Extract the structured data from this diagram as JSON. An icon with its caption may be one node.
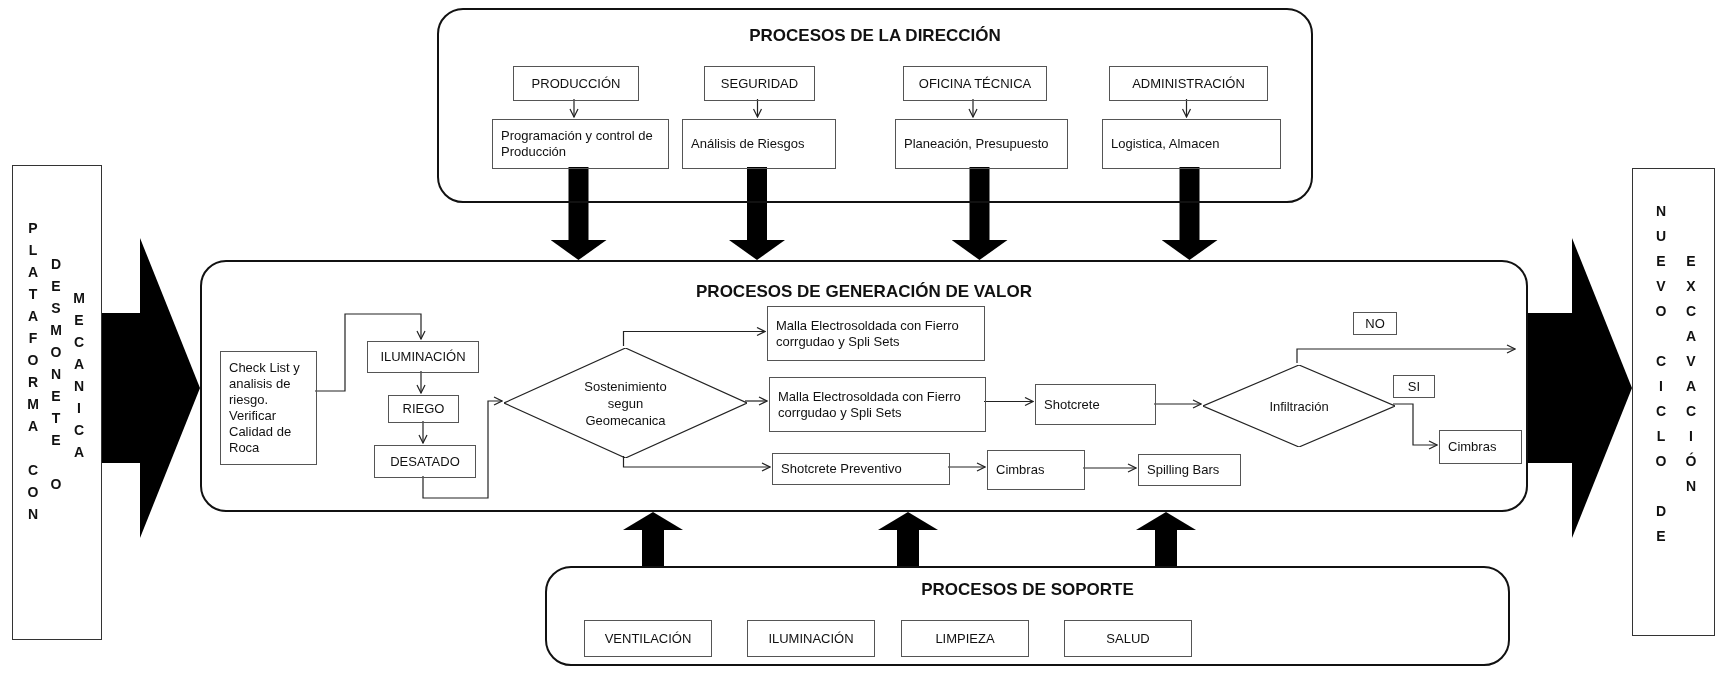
{
  "diagram": {
    "nodes": [
      {
        "text": [
          "PROCESOS DE LA DIRECCIÓN"
        ]
      },
      {
        "text": [
          "PRODUCCIÓN"
        ],
        "in": 0
      },
      {
        "text": [
          "Programación y control de Producción"
        ],
        "in": 0
      },
      {
        "text": [
          "SEGURIDAD"
        ],
        "in": 0
      },
      {
        "text": [
          "Análisis de Riesgos"
        ],
        "in": 0
      },
      {
        "text": [
          "OFICINA TÉCNICA"
        ],
        "in": 0
      },
      {
        "text": [
          "Planeación, Presupuesto"
        ],
        "in": 0
      },
      {
        "text": [
          "ADMINISTRACIÓN"
        ],
        "in": 0
      },
      {
        "text": [
          "Logistica, Almacen"
        ],
        "in": 0
      },
      {
        "text": [
          "PLATAFORMA CON",
          "DESMONETE O",
          "MECANICA"
        ]
      },
      {
        "text": [
          "PROCESOS DE GENERACIÓN DE VALOR"
        ]
      },
      {
        "text": [
          "Check List y analisis de riesgo. Verificar Calidad de Roca"
        ],
        "in": 10
      },
      {
        "text": [
          "ILUMINACIÓN"
        ],
        "in": 10
      },
      {
        "text": [
          "RIEGO"
        ],
        "in": 10
      },
      {
        "text": [
          "DESATADO"
        ],
        "in": 10
      },
      {
        "text": [
          "Sostenimiento segun Geomecanica"
        ],
        "in": 10
      },
      {
        "text": [
          "Malla Electrosoldada con Fierro corrgudao y Spli Sets"
        ],
        "in": 10
      },
      {
        "text": [
          "Malla Electrosoldada con Fierro corrgudao y Spli Sets"
        ],
        "in": 10
      },
      {
        "text": [
          "Shotcrete"
        ],
        "in": 10
      },
      {
        "text": [
          "Infiltración"
        ],
        "in": 10
      },
      {
        "text": [
          "Shotcrete Preventivo"
        ],
        "in": 10
      },
      {
        "text": [
          "Cimbras"
        ],
        "in": 10
      },
      {
        "text": [
          "Spilling Bars"
        ],
        "in": 10
      },
      {
        "text": [
          "Cimbras"
        ],
        "in": 10
      },
      {
        "text": [
          "NUEVO CICLO DE",
          "EXCAVACIÓN"
        ]
      },
      {
        "text": [
          "PROCESOS DE SOPORTE"
        ]
      },
      {
        "text": [
          "VENTILACIÓN"
        ],
        "in": 25
      },
      {
        "text": [
          "ILUMINACIÓN"
        ],
        "in": 25
      },
      {
        "text": [
          "LIMPIEZA"
        ],
        "in": 25
      },
      {
        "text": [
          "SALUD"
        ],
        "in": 25
      }
    ],
    "edges": [
      {
        "from": 1,
        "to": 2,
        "arrow": "to"
      },
      {
        "from": 3,
        "to": 4,
        "arrow": "to"
      },
      {
        "from": 5,
        "to": 6,
        "arrow": "to"
      },
      {
        "from": 7,
        "to": 8,
        "arrow": "to"
      },
      {
        "from": 2,
        "to": 10,
        "arrow": "to",
        "style": "thick"
      },
      {
        "from": 4,
        "to": 10,
        "arrow": "to",
        "style": "thick"
      },
      {
        "from": 6,
        "to": 10,
        "arrow": "to",
        "style": "thick"
      },
      {
        "from": 8,
        "to": 10,
        "arrow": "to",
        "style": "thick"
      },
      {
        "from": 9,
        "to": 10,
        "arrow": "to",
        "style": "thick"
      },
      {
        "from": 11,
        "to": 12,
        "arrow": "to"
      },
      {
        "from": 12,
        "to": 13,
        "arrow": "to"
      },
      {
        "from": 13,
        "to": 14,
        "arrow": "to"
      },
      {
        "from": 14,
        "to": 15,
        "arrow": "to"
      },
      {
        "from": 15,
        "to": 16,
        "arrow": "to"
      },
      {
        "from": 15,
        "to": 17,
        "arrow": "to"
      },
      {
        "from": 15,
        "to": 20,
        "arrow": "to"
      },
      {
        "from": 17,
        "to": 18,
        "arrow": "to"
      },
      {
        "from": 18,
        "to": 19,
        "arrow": "to"
      },
      {
        "from": 20,
        "to": 21,
        "arrow": "to"
      },
      {
        "from": 21,
        "to": 22,
        "arrow": "to"
      },
      {
        "from": 19,
        "to": null,
        "arrow": "to",
        "label": "NO"
      },
      {
        "from": 19,
        "to": 23,
        "arrow": "to",
        "label": "SI"
      },
      {
        "from": 10,
        "to": 24,
        "arrow": "to",
        "style": "thick"
      },
      {
        "from": 25,
        "to": 10,
        "arrow": "to",
        "style": "thick"
      },
      {
        "from": 25,
        "to": 10,
        "arrow": "to",
        "style": "thick"
      },
      {
        "from": 25,
        "to": 10,
        "arrow": "to",
        "style": "thick"
      }
    ]
  }
}
